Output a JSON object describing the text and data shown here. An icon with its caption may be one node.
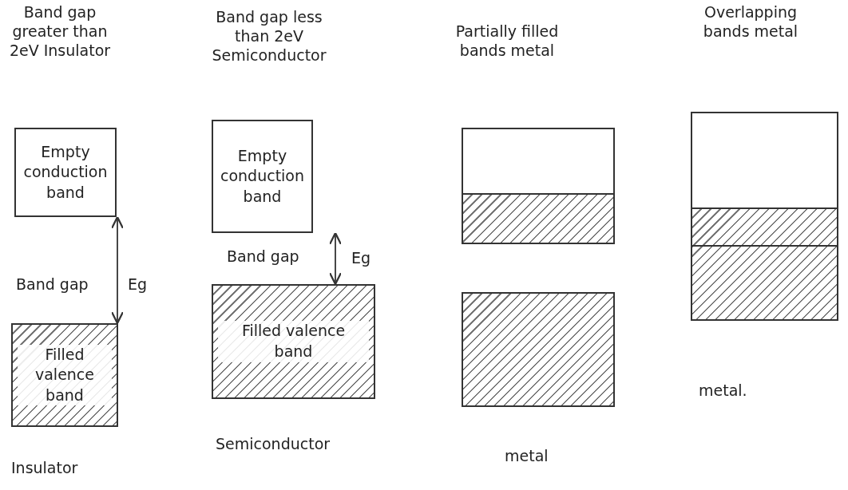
{
  "diagram": {
    "nodes": [
      {
        "text": [
          "Empty conduction band"
        ]
      },
      {
        "text": [
          "Filled valence band"
        ]
      },
      {
        "text": [
          "Empty conduction band"
        ]
      },
      {
        "text": [
          "Filled valence band"
        ]
      },
      {
        "text": [],
        "shape": "box"
      },
      {
        "text": [],
        "shape": "box"
      },
      {
        "text": [],
        "shape": "box"
      }
    ],
    "edges": [
      {
        "from": 0,
        "to": 1,
        "arrow": "both",
        "label": "Band gap"
      },
      {
        "from": 2,
        "to": 3,
        "arrow": "both",
        "label": "Band gap"
      }
    ],
    "labels": [
      "Band gap greater than 2eV Insulator",
      "Band gap less than 2eV Semiconductor",
      "Partially filled bands metal",
      "Overlapping bands metal",
      "Eg",
      "Eg",
      "Insulator",
      "Semiconductor",
      "metal",
      "metal."
    ]
  }
}
